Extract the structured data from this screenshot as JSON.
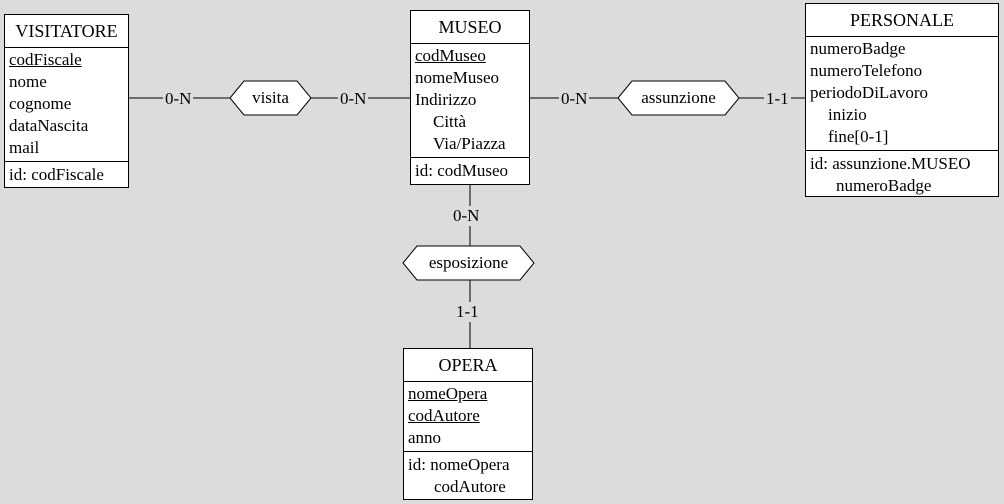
{
  "entities": {
    "visitatore": {
      "name": "VISITATORE",
      "attributes": [
        "codFiscale",
        "nome",
        "cognome",
        "dataNascita",
        "mail"
      ],
      "identifier_label": "id: codFiscale"
    },
    "museo": {
      "name": "MUSEO",
      "attributes": [
        "codMuseo",
        "nomeMuseo",
        "Indirizzo",
        "Città",
        "Via/Piazza"
      ],
      "identifier_label": "id: codMuseo"
    },
    "personale": {
      "name": "PERSONALE",
      "attributes": [
        "numeroBadge",
        "numeroTelefono",
        "periodoDiLavoro",
        "inizio",
        "fine[0-1]"
      ],
      "identifier_lines": [
        "id: assunzione.MUSEO",
        "numeroBadge"
      ]
    },
    "opera": {
      "name": "OPERA",
      "attributes": [
        "nomeOpera",
        "codAutore",
        "anno"
      ],
      "identifier_lines": [
        "id: nomeOpera",
        "codAutore"
      ]
    }
  },
  "relationships": {
    "visita": "visita",
    "assunzione": "assunzione",
    "esposizione": "esposizione"
  },
  "cardinalities": {
    "visitatore_visita": "0-N",
    "museo_visita": "0-N",
    "museo_assunzione": "0-N",
    "personale_assunzione": "1-1",
    "museo_esposizione": "0-N",
    "opera_esposizione": "1-1"
  }
}
